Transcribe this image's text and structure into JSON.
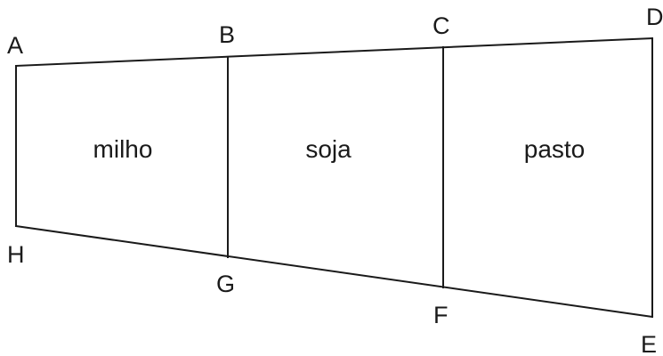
{
  "figure": {
    "vertices": {
      "A": "A",
      "B": "B",
      "C": "C",
      "D": "D",
      "E": "E",
      "F": "F",
      "G": "G",
      "H": "H"
    },
    "regions": {
      "left": "milho",
      "middle": "soja",
      "right": "pasto"
    },
    "line_color": "#1a1a1a"
  }
}
